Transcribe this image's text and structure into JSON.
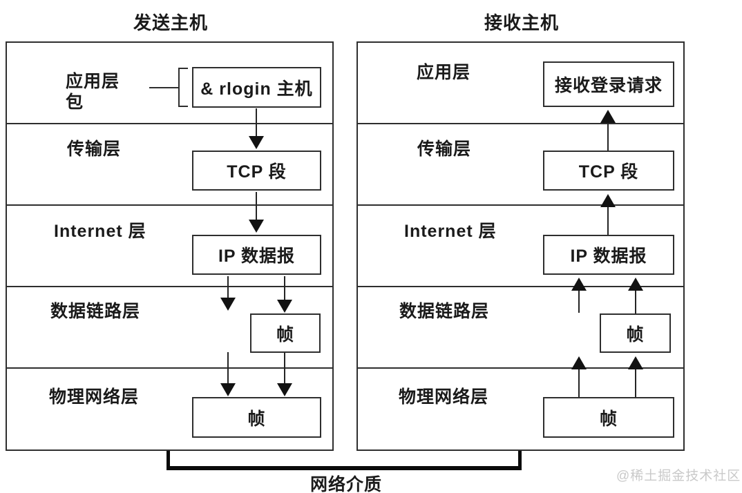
{
  "sender": {
    "title": "发送主机",
    "layers": [
      {
        "label": "应用层\n包",
        "box": "& rlogin 主机"
      },
      {
        "label": "传输层",
        "box": "TCP 段"
      },
      {
        "label": "Internet 层",
        "box": "IP 数据报"
      },
      {
        "label": "数据链路层",
        "box": "帧"
      },
      {
        "label": "物理网络层",
        "box": "帧"
      }
    ]
  },
  "receiver": {
    "title": "接收主机",
    "layers": [
      {
        "label": "应用层",
        "box": "接收登录请求"
      },
      {
        "label": "传输层",
        "box": "TCP 段"
      },
      {
        "label": "Internet 层",
        "box": "IP 数据报"
      },
      {
        "label": "数据链路层",
        "box": "帧"
      },
      {
        "label": "物理网络层",
        "box": "帧"
      }
    ]
  },
  "network_medium": {
    "label": "网络介质"
  },
  "watermark": "@稀土掘金技术社区",
  "colors": {
    "line": "#2e2e2e",
    "arrow": "#121212",
    "thick_bracket": "#0a0a0a",
    "background": "#ffffff",
    "watermark": "#c9c9c9"
  }
}
